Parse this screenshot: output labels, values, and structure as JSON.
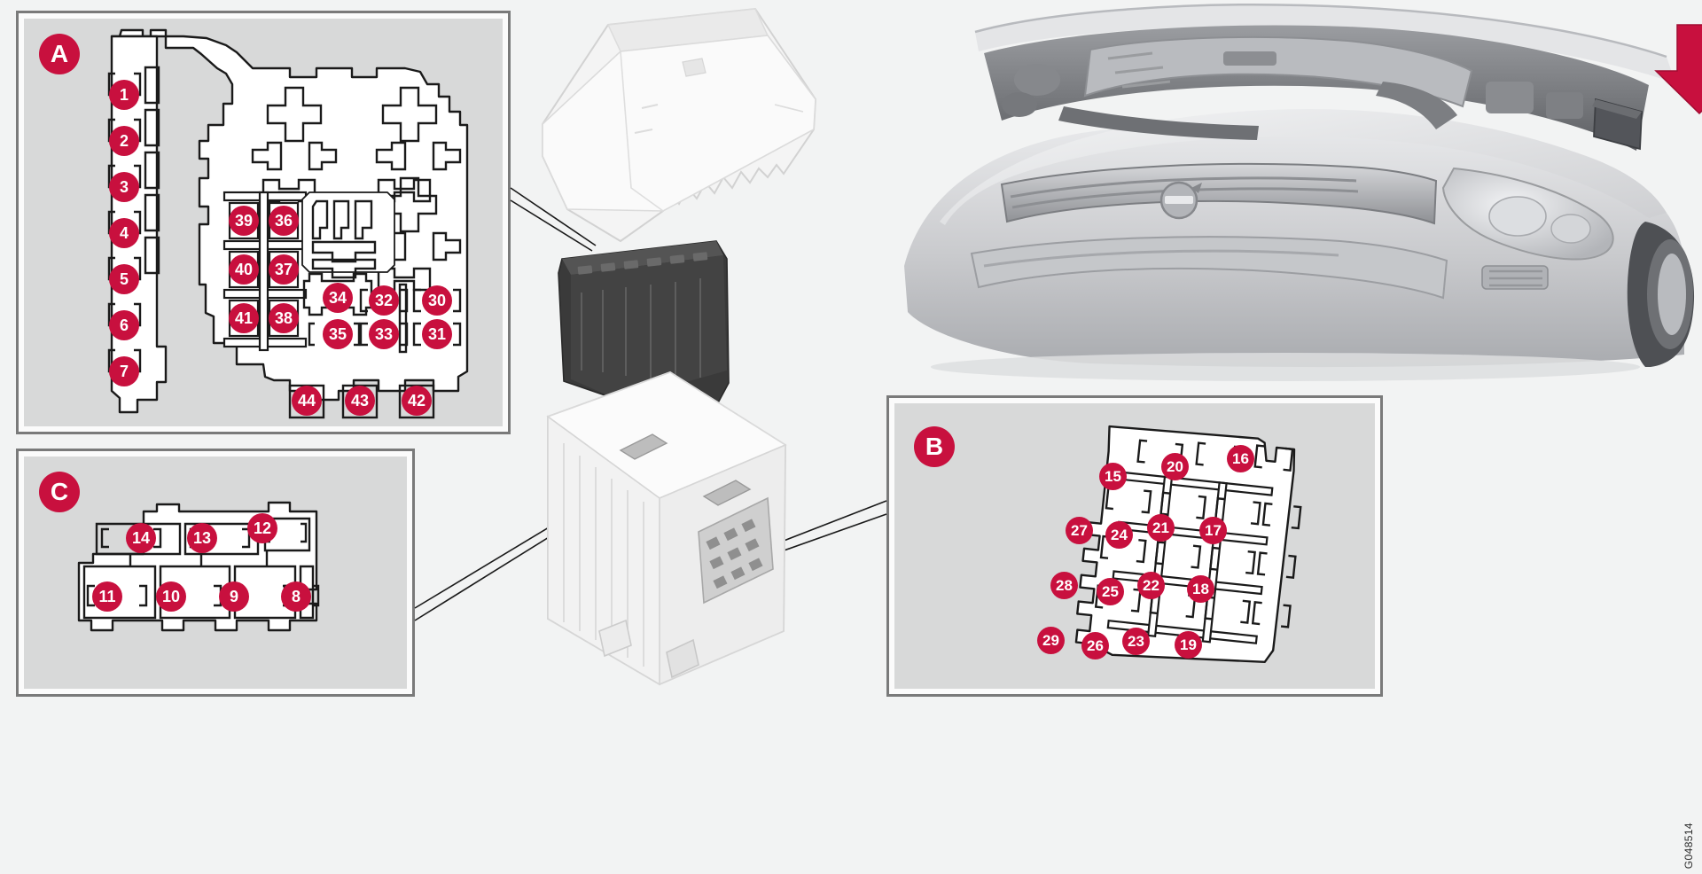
{
  "document": {
    "reference_code": "G048514",
    "accent_color": "#c8103e",
    "panel_fill": "#d8d9d9",
    "page_background": "#f2f3f3"
  },
  "panels": [
    {
      "id": "A",
      "label": "A",
      "name": "engine-compartment-fuse-box-panel"
    },
    {
      "id": "B",
      "label": "B",
      "name": "cargo-area-fuse-box-panel"
    },
    {
      "id": "C",
      "label": "C",
      "name": "auxiliary-fuse-box-panel"
    }
  ],
  "panel_a": {
    "label": "A",
    "left_column_fuses": [
      "1",
      "2",
      "3",
      "4",
      "5",
      "6",
      "7"
    ],
    "block_fuses": [
      "39",
      "36",
      "40",
      "37",
      "41",
      "38",
      "34",
      "35",
      "32",
      "33",
      "30",
      "31"
    ],
    "bottom_fuses": [
      "44",
      "43",
      "42"
    ]
  },
  "panel_b": {
    "label": "B",
    "fuses": [
      "15",
      "20",
      "16",
      "27",
      "24",
      "21",
      "17",
      "28",
      "25",
      "22",
      "18",
      "29",
      "26",
      "23",
      "19"
    ]
  },
  "panel_c": {
    "label": "C",
    "top_row_fuses": [
      "14",
      "13",
      "12"
    ],
    "bottom_row_fuses": [
      "11",
      "10",
      "9",
      "8"
    ]
  },
  "illustration": {
    "cover_name": "fuse-box-cover",
    "relay_block_name": "relay-fuse-module",
    "housing_name": "fuse-box-housing",
    "vehicle_photo_name": "volvo-engine-bay-photo",
    "arrow_name": "location-arrow"
  }
}
